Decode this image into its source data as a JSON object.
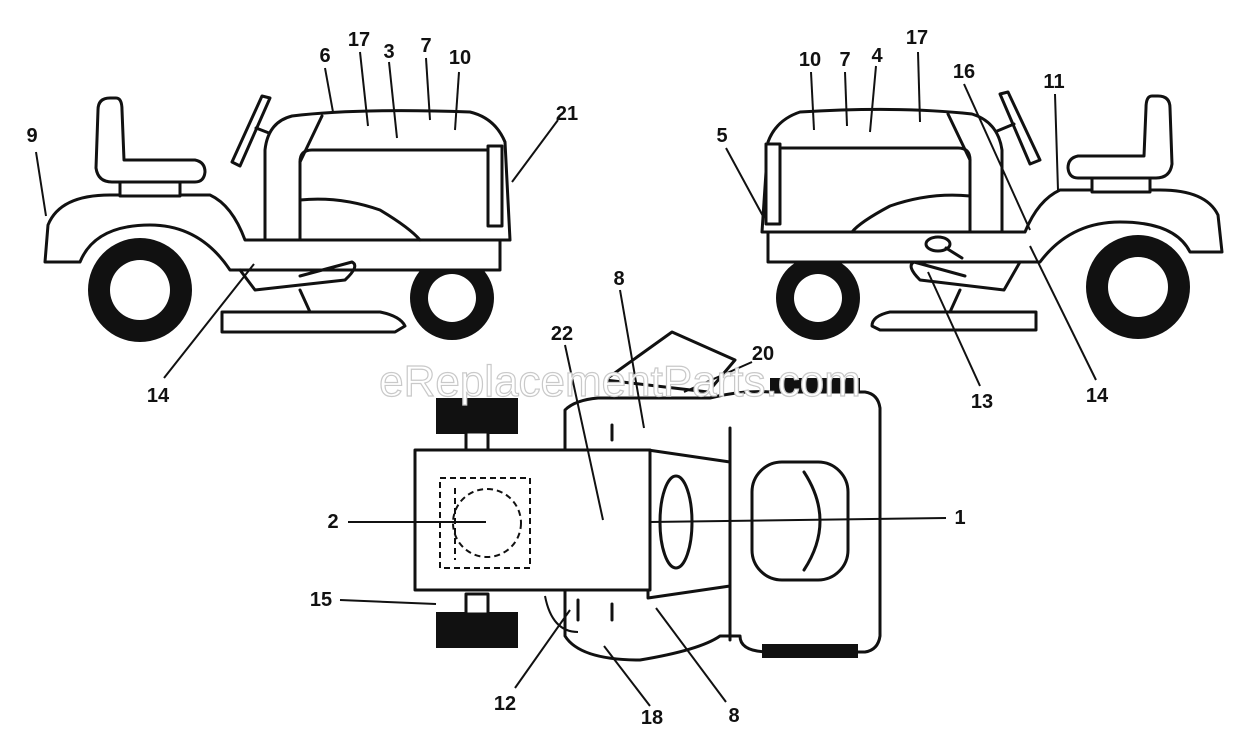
{
  "watermark": "eReplacementParts.com",
  "callouts": {
    "left_side": [
      "9",
      "6",
      "17",
      "3",
      "7",
      "10",
      "21",
      "14"
    ],
    "right_side": [
      "5",
      "10",
      "7",
      "4",
      "17",
      "16",
      "11",
      "13",
      "14"
    ],
    "top_view": [
      "8",
      "22",
      "20",
      "2",
      "1",
      "15",
      "12",
      "18",
      "8"
    ]
  },
  "colors": {
    "line": "#111111",
    "background": "#ffffff",
    "watermark_outline": "#c9c9c9"
  }
}
